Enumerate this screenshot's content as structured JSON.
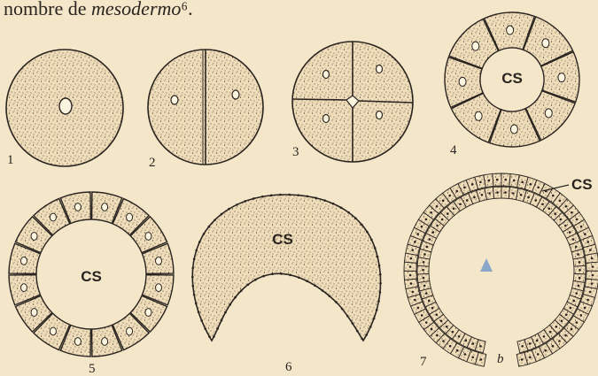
{
  "caption": {
    "prefix": "nombre de ",
    "term": "mesodermo",
    "suffix": "⁶."
  },
  "figures": [
    {
      "number": "1"
    },
    {
      "number": "2"
    },
    {
      "number": "3"
    },
    {
      "number": "4",
      "cavity_label": "CS"
    },
    {
      "number": "5",
      "cavity_label": "CS"
    },
    {
      "number": "6",
      "cavity_label": "CS"
    },
    {
      "number": "7",
      "cavity_label": "CS",
      "pointer_label": "b",
      "center_mark": "Δ"
    }
  ],
  "colors": {
    "paper": "#f3e6c9",
    "cell_fill": "#efdcb8",
    "ink": "#2a2420",
    "triangle": "#8aa6c8"
  }
}
